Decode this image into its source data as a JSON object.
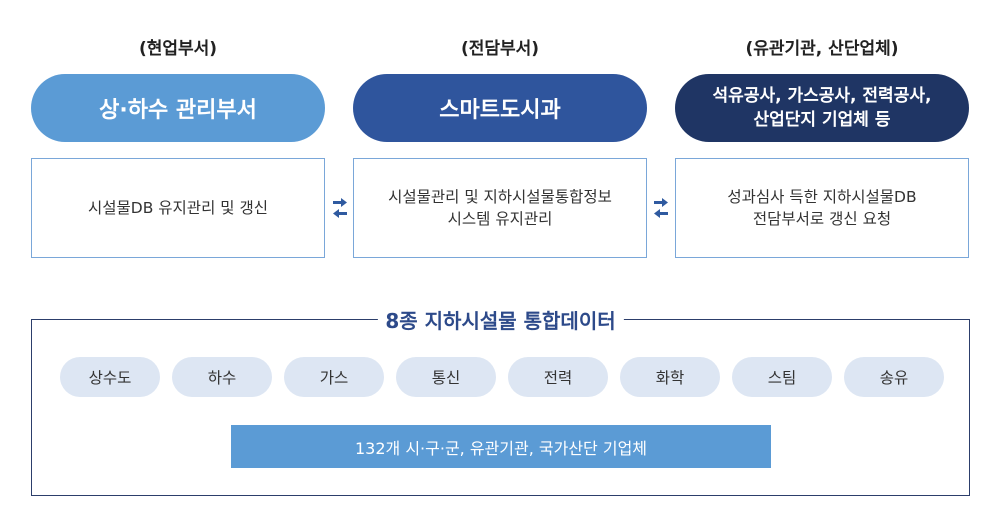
{
  "columns": [
    {
      "label": "(현업부서)",
      "title": "상·하수 관리부서",
      "description": "시설물DB 유지관리 및 갱신",
      "color": "#5b9bd5"
    },
    {
      "label": "(전담부서)",
      "title": "스마트도시과",
      "description": "시설물관리 및 지하시설물통합정보\n시스템 유지관리",
      "color": "#2f559d"
    },
    {
      "label": "(유관기관, 산단업체)",
      "title": "석유공사, 가스공사, 전력공사,\n산업단지 기업체 등",
      "description": "성과심사 득한 지하시설물DB\n전담부서로 갱신 요청",
      "color": "#1f3564"
    }
  ],
  "integration": {
    "title": "8종 지하시설물 통합데이터",
    "types": [
      "상수도",
      "하수",
      "가스",
      "통신",
      "전력",
      "화학",
      "스팀",
      "송유"
    ],
    "providers": "132개 시·구·군, 유관기관, 국가산단 기업체"
  },
  "colors": {
    "box_border": "#7aa7d9",
    "arrow": "#2f5aa0",
    "frame_border": "#2c3e6b",
    "frame_title": "#2d4a8a",
    "chip_bg": "#dde6f3",
    "bar_bg": "#5b9bd5"
  }
}
